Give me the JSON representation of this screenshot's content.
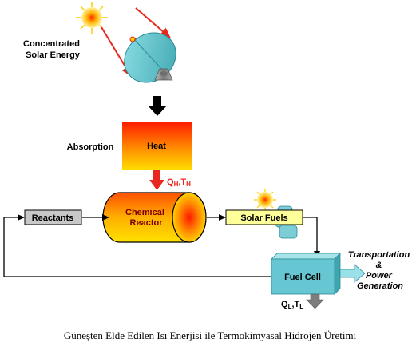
{
  "diagram": {
    "concentrated_label_line1": "Concentrated",
    "concentrated_label_line2": "Solar Energy",
    "absorption_label": "Absorption",
    "heat_label": "Heat",
    "qh_main": "Q",
    "qh_sub": "H",
    "qh_sep": ",T",
    "th_sub": "H",
    "reactants_label": "Reactants",
    "reactor_line1": "Chemical",
    "reactor_line2": "Reactor",
    "solar_fuels_label": "Solar Fuels",
    "fuel_cell_label": "Fuel Cell",
    "output_line1": "Transportation",
    "output_line2": "&",
    "output_line3": "Power",
    "output_line4": "Generation",
    "ql_main": "Q",
    "ql_sub": "L",
    "ql_sep": ",T",
    "tl_sub": "L"
  },
  "caption": "Güneşten Elde Edilen Isı Enerjisi ile Termokimyasal  Hidrojen Üretimi",
  "colors": {
    "arrow_red": "#e8281e",
    "sun_core": "#ffe000",
    "dish": "#5fc0c8",
    "reactants_box": "#c8c8c8",
    "solar_fuels_box": "#ffff99",
    "fuel_cell": "#66c6d2"
  }
}
